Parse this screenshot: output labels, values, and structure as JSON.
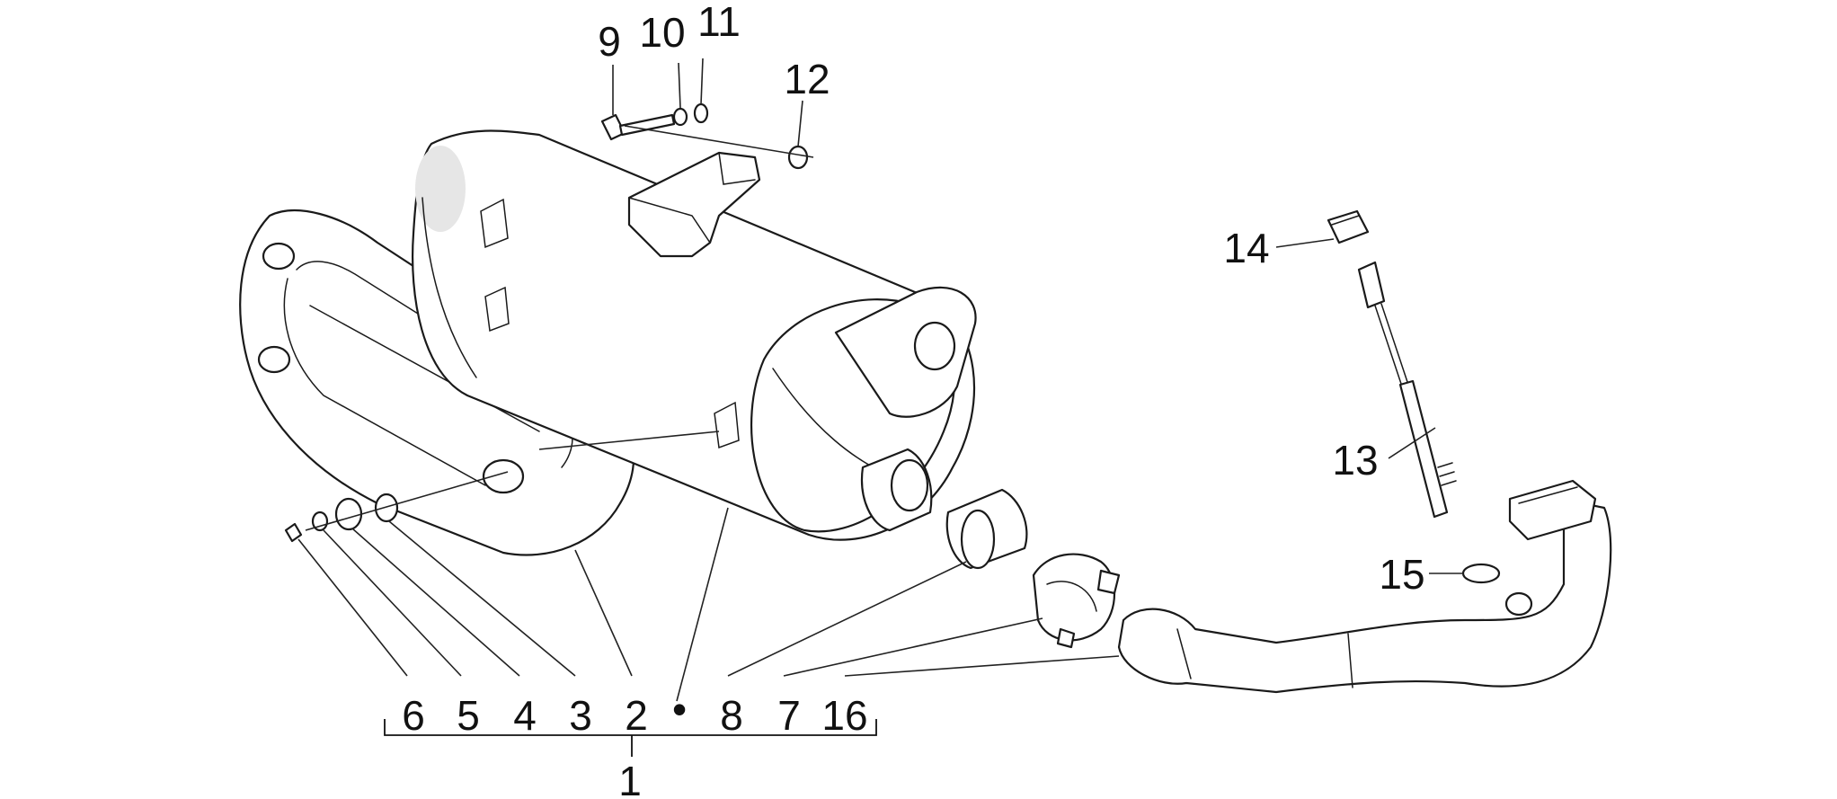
{
  "diagram": {
    "callouts": [
      {
        "id": "1",
        "label": "1"
      },
      {
        "id": "2",
        "label": "2"
      },
      {
        "id": "3",
        "label": "3"
      },
      {
        "id": "4",
        "label": "4"
      },
      {
        "id": "5",
        "label": "5"
      },
      {
        "id": "6",
        "label": "6"
      },
      {
        "id": "7",
        "label": "7"
      },
      {
        "id": "8",
        "label": "8"
      },
      {
        "id": "9",
        "label": "9"
      },
      {
        "id": "10",
        "label": "10"
      },
      {
        "id": "11",
        "label": "11"
      },
      {
        "id": "12",
        "label": "12"
      },
      {
        "id": "13",
        "label": "13"
      },
      {
        "id": "14",
        "label": "14"
      },
      {
        "id": "15",
        "label": "15"
      },
      {
        "id": "16",
        "label": "16"
      }
    ],
    "group_dot": "•"
  }
}
